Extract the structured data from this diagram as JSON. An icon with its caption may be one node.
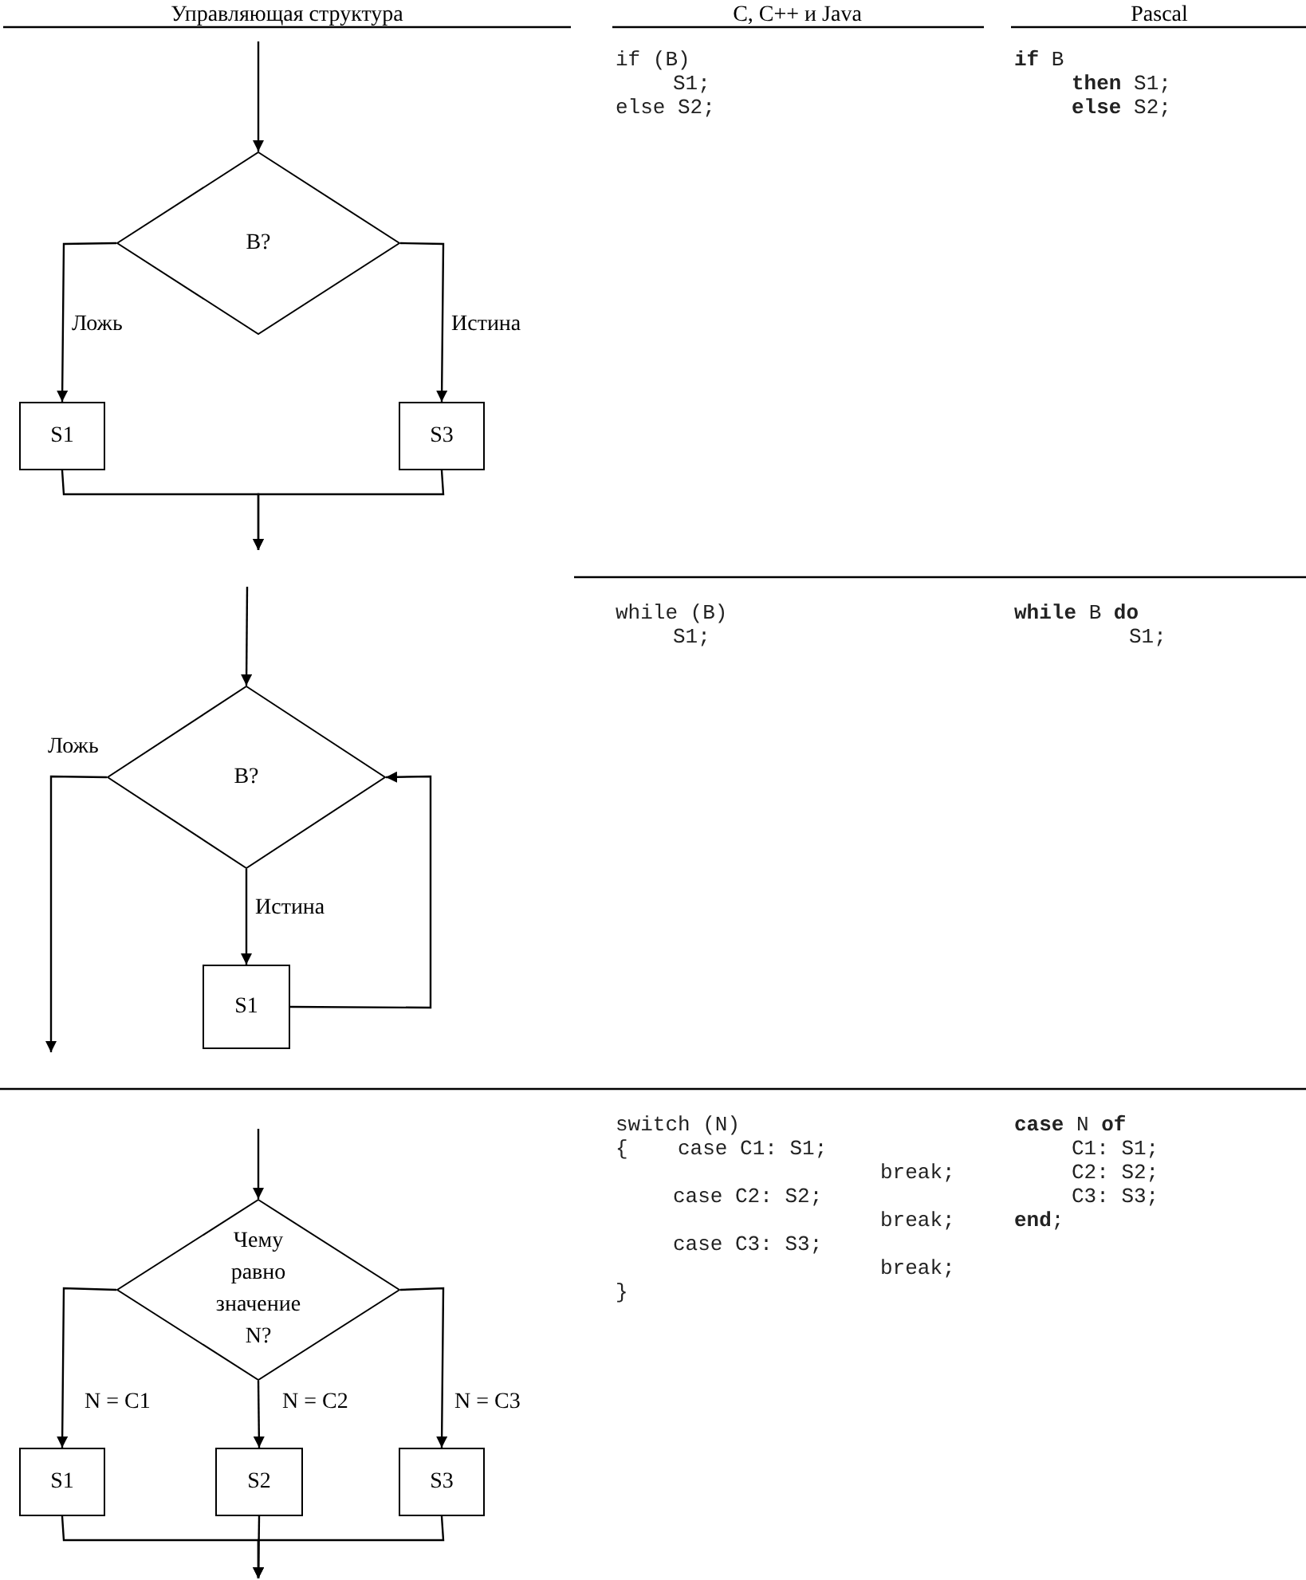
{
  "diagram": {
    "nodes": [
      {
        "text": [
          "B?"
        ]
      },
      {
        "text": [
          "S1"
        ]
      },
      {
        "text": [
          "S3"
        ]
      },
      {
        "text": [
          "B?"
        ]
      },
      {
        "text": [
          "S1"
        ]
      },
      {
        "text": [
          "Чему равно значение N?"
        ]
      },
      {
        "text": [
          "S1"
        ]
      },
      {
        "text": [
          "S2"
        ]
      },
      {
        "text": [
          "S3"
        ]
      }
    ],
    "edges": [
      {
        "from": null,
        "to": 0,
        "arrow": "to"
      },
      {
        "from": 0,
        "to": 1,
        "arrow": "to",
        "label": "Ложь"
      },
      {
        "from": 0,
        "to": 2,
        "arrow": "to",
        "label": "Истина"
      },
      {
        "from": 1,
        "to": null,
        "arrow": "to"
      },
      {
        "from": 2,
        "to": null,
        "arrow": "to"
      },
      {
        "from": null,
        "to": 3,
        "arrow": "to"
      },
      {
        "from": 3,
        "to": 4,
        "arrow": "to",
        "label": "Истина"
      },
      {
        "from": 4,
        "to": 3,
        "arrow": "to"
      },
      {
        "from": 3,
        "to": null,
        "arrow": "to",
        "label": "Ложь"
      },
      {
        "from": null,
        "to": 5,
        "arrow": "to"
      },
      {
        "from": 5,
        "to": 6,
        "arrow": "to",
        "label": "N = C1"
      },
      {
        "from": 5,
        "to": 7,
        "arrow": "to",
        "label": "N = C2"
      },
      {
        "from": 5,
        "to": 8,
        "arrow": "to",
        "label": "N = C3"
      },
      {
        "from": 6,
        "to": null,
        "arrow": "to"
      },
      {
        "from": 7,
        "to": null,
        "arrow": "to"
      },
      {
        "from": 8,
        "to": null,
        "arrow": "to"
      }
    ],
    "labels": [
      "Управляющая структура",
      "C, C++ и Java",
      "Pascal",
      "if (B)",
      "S1;",
      "else S2;",
      "**if** B",
      "**then** S1;",
      "**else** S2;",
      "while (B)",
      "S1;",
      "**while** B **do**",
      "S1;",
      "switch (N)",
      "{    case C1: S1;",
      "break;",
      "case C2: S2;",
      "break;",
      "case C3: S3;",
      "break;",
      "}",
      "**case** N **of**",
      "C1: S1;",
      "C2: S2;",
      "C3: S3;",
      "**end**;"
    ]
  }
}
